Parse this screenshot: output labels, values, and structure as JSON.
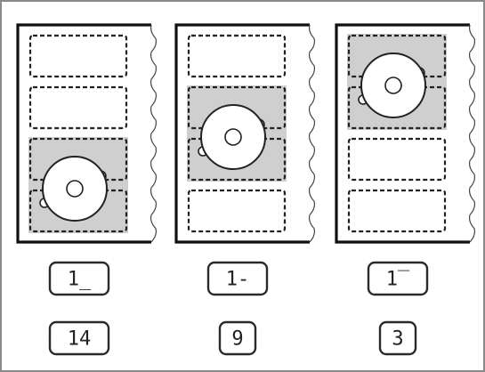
{
  "diagram": {
    "panels": [
      {
        "id": "left",
        "active_slot": 3,
        "setting_display": "1_",
        "level_display": "14"
      },
      {
        "id": "middle",
        "active_slot": 2,
        "setting_display": "1-",
        "level_display": "9"
      },
      {
        "id": "right",
        "active_slot": 1,
        "setting_display": "1‾",
        "level_display": "3"
      }
    ],
    "slot_count": 4,
    "colors": {
      "active_fill": "#cfcfcf",
      "line": "#222222",
      "frame": "#111111",
      "border": "#8a8a8a"
    },
    "icons": {
      "pot": "cooking-pot-icon",
      "slot": "dashed-zone"
    }
  }
}
